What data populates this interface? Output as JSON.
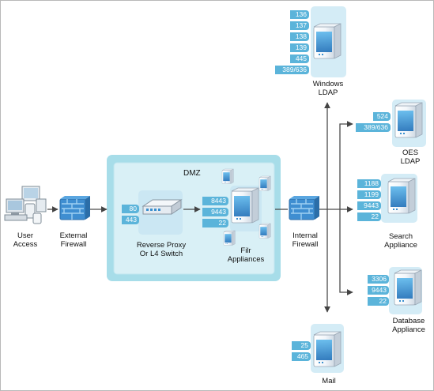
{
  "dmz": {
    "label": "DMZ"
  },
  "nodes": {
    "user_access": [
      "User",
      "Access"
    ],
    "external_firewall": [
      "External",
      "Firewall"
    ],
    "reverse_proxy": [
      "Reverse Proxy",
      "Or L4 Switch"
    ],
    "filr": [
      "Filr",
      "Appliances"
    ],
    "internal_firewall": [
      "Internal",
      "Firewall"
    ],
    "windows_ldap": [
      "Windows",
      "LDAP"
    ],
    "oes_ldap": [
      "OES",
      "LDAP"
    ],
    "search": [
      "Search",
      "Appliance"
    ],
    "database": [
      "Database",
      "Appliance"
    ],
    "mail": [
      "Mail"
    ]
  },
  "ports": {
    "windows_ldap": [
      "136",
      "137",
      "138",
      "139",
      "445",
      "389/636"
    ],
    "oes_ldap": [
      "524",
      "389/636"
    ],
    "reverse_proxy": [
      "80",
      "443"
    ],
    "filr": [
      "8443",
      "9443",
      "22"
    ],
    "search": [
      "1188",
      "1199",
      "9443",
      "22"
    ],
    "database": [
      "3306",
      "9443",
      "22"
    ],
    "mail": [
      "25",
      "465"
    ]
  },
  "colors": {
    "dmz_outer": "#a7dde9",
    "dmz_inner": "#d9f0f6",
    "panel": "#d4ecf6",
    "port": "#5bb4da",
    "server_body": "#ffffff",
    "server_accent": "#3a8fcf",
    "connector": "#4a4a4a"
  }
}
